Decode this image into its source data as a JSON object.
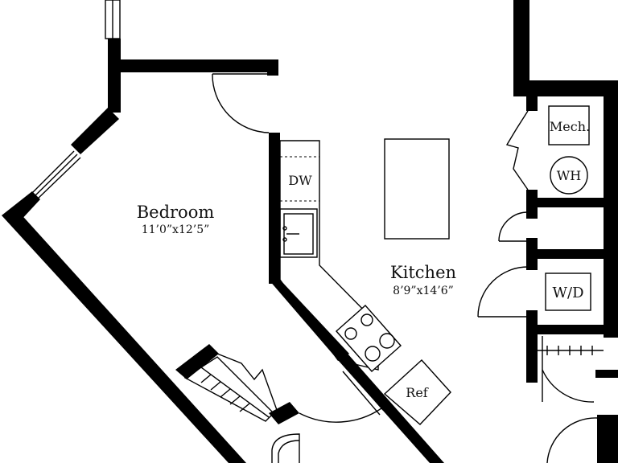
{
  "rooms": {
    "bedroom": {
      "label": "Bedroom",
      "dimensions": "11’0”x12’5”"
    },
    "kitchen": {
      "label": "Kitchen",
      "dimensions": "8’9”x14’6”"
    }
  },
  "fixtures": {
    "dishwasher": "DW",
    "mechanical": "Mech.",
    "water_heater": "WH",
    "washer_dryer": "W/D",
    "refrigerator": "Ref"
  },
  "colors": {
    "wall": "#000000",
    "background": "#ffffff"
  }
}
